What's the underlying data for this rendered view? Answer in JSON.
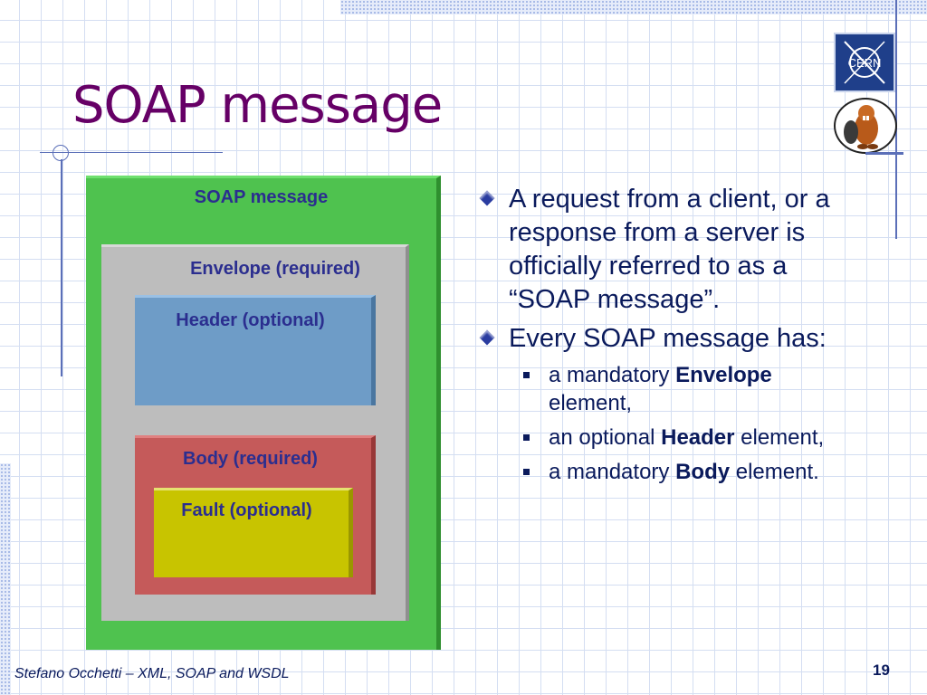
{
  "slide": {
    "title": "SOAP message",
    "footer": "Stefano Occhetti – XML, SOAP and WSDL",
    "page_number": "19"
  },
  "diagram": {
    "message_label": "SOAP message",
    "envelope_label": "Envelope (required)",
    "header_label": "Header (optional)",
    "body_label": "Body (required)",
    "fault_label": "Fault (optional)"
  },
  "bullets": {
    "b1": "A request from a client, or a response from a server is officially referred to as a “SOAP message”.",
    "b2": "Every SOAP message has:",
    "sub1_pre": "a mandatory ",
    "sub1_bold": "Envelope",
    "sub1_post": " element,",
    "sub2_pre": "an optional ",
    "sub2_bold": "Header",
    "sub2_post": " element,",
    "sub3_pre": "a mandatory ",
    "sub3_bold": "Body",
    "sub3_post": " element."
  },
  "logos": {
    "cern_text": "CERN"
  },
  "colors": {
    "title": "#660066",
    "text": "#0a1a5c",
    "message_box": "#4fc24f",
    "envelope_box": "#bdbdbd",
    "header_box": "#6e9cc7",
    "body_box": "#c55a5a",
    "fault_box": "#c8c400"
  }
}
